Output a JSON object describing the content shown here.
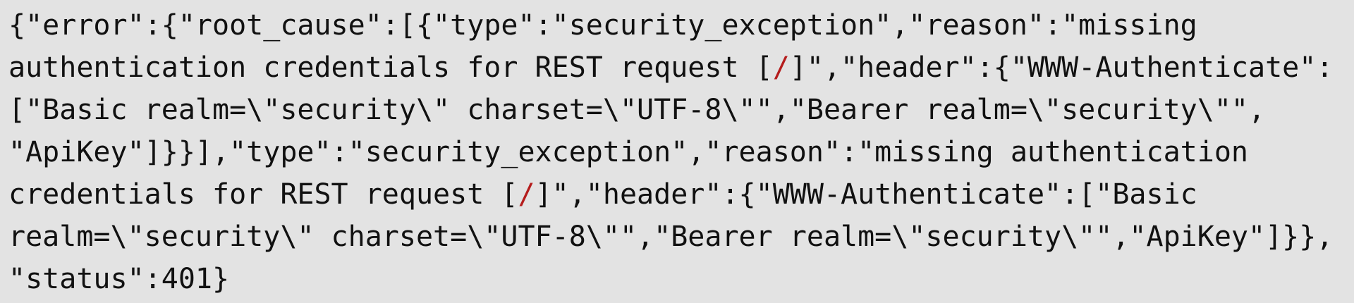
{
  "response": {
    "format": "json",
    "background_color": "#e3e3e3",
    "text_color": "#111111",
    "highlight_color": "#b51d1d",
    "lines": [
      {
        "before": "{\"error\":{\"root_cause\":[{\"type\":\"security_exception\",\"reason\":\"missing",
        "highlight": "",
        "after": ""
      },
      {
        "before": "authentication credentials for REST request [",
        "highlight": "/",
        "after": "]\",\"header\":{\"WWW-Authenticate\":"
      },
      {
        "before": "[\"Basic realm=\\\"security\\\" charset=\\\"UTF-8\\\"\",\"Bearer realm=\\\"security\\\"\",",
        "highlight": "",
        "after": ""
      },
      {
        "before": "\"ApiKey\"]}}],\"type\":\"security_exception\",\"reason\":\"missing authentication",
        "highlight": "",
        "after": ""
      },
      {
        "before": "credentials for REST request [",
        "highlight": "/",
        "after": "]\",\"header\":{\"WWW-Authenticate\":[\"Basic"
      },
      {
        "before": "realm=\\\"security\\\" charset=\\\"UTF-8\\\"\",\"Bearer realm=\\\"security\\\"\",\"ApiKey\"]}},",
        "highlight": "",
        "after": ""
      },
      {
        "before": "\"status\":401}",
        "highlight": "",
        "after": ""
      }
    ],
    "parsed": {
      "error": {
        "root_cause_type": "security_exception",
        "root_cause_reason": "missing authentication credentials for REST request [/]",
        "type": "security_exception",
        "reason": "missing authentication credentials for REST request [/]",
        "www_authenticate": [
          "Basic realm=\"security\" charset=\"UTF-8\"",
          "Bearer realm=\"security\"",
          "ApiKey"
        ]
      },
      "status": 401
    }
  }
}
